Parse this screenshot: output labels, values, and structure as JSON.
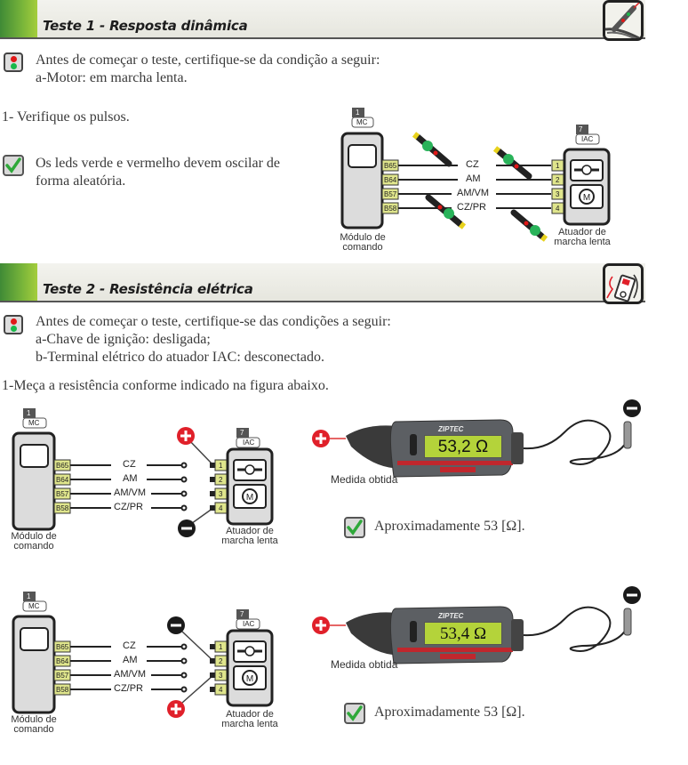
{
  "section1": {
    "title": "Teste 1 - Resposta dinâmica",
    "header_icon": "test-light-probe-icon",
    "precondition_icon": "traffic-light-icon",
    "precondition_lines": [
      "Antes de começar o teste, certifique-se da condição a seguir:",
      "a-Motor: em marcha lenta."
    ],
    "step": "1- Verifique os pulsos.",
    "result_icon": "checkmark-icon",
    "result_lines": [
      "Os leds verde e vermelho devem oscilar de",
      "forma aleatória."
    ],
    "diagram": {
      "module": {
        "number": "1",
        "code": "MC",
        "caption_lines": [
          "Módulo de",
          "comando"
        ]
      },
      "actuator": {
        "number": "7",
        "code": "IAC",
        "caption_lines": [
          "Atuador de",
          "marcha lenta"
        ]
      },
      "module_pins": [
        "B65",
        "B64",
        "B57",
        "B58"
      ],
      "wires": [
        "CZ",
        "AM",
        "AM/VM",
        "CZ/PR"
      ],
      "actuator_pins": [
        "1",
        "2",
        "3",
        "4"
      ]
    }
  },
  "section2": {
    "title": "Teste 2 - Resistência elétrica",
    "header_icon": "multimeter-icon",
    "precondition_icon": "traffic-light-icon",
    "precondition_lines": [
      "Antes de começar o teste, certifique-se das condições a seguir:",
      "a-Chave de ignição: desligada;",
      "b-Terminal elétrico do atuador IAC: desconectado."
    ],
    "step": "1-Meça a resistência conforme indicado na figura abaixo.",
    "measurements": [
      {
        "positive_pin": "1",
        "negative_pin": "4",
        "meter_brand": "ZIPTEC",
        "reading": "53,2 Ω",
        "reading_label": "Medida obtida",
        "result": "Aproximadamente 53 [Ω]."
      },
      {
        "positive_pin": "3",
        "negative_pin": "2",
        "meter_brand": "ZIPTEC",
        "reading": "53,4 Ω",
        "reading_label": "Medida obtida",
        "result": "Aproximadamente 53 [Ω]."
      }
    ],
    "diagram": {
      "module": {
        "number": "1",
        "code": "MC",
        "caption_lines": [
          "Módulo de",
          "comando"
        ]
      },
      "actuator": {
        "number": "7",
        "code": "IAC",
        "caption_lines": [
          "Atuador de",
          "marcha lenta"
        ]
      },
      "module_pins": [
        "B65",
        "B64",
        "B57",
        "B58"
      ],
      "wires": [
        "CZ",
        "AM",
        "AM/VM",
        "CZ/PR"
      ],
      "actuator_pins": [
        "1",
        "2",
        "3",
        "4"
      ]
    }
  },
  "colors": {
    "header_green": "#79b53a",
    "pin_yellow": "#dfe58c",
    "lcd_green": "#b4d33a",
    "positive_red": "#e0202a",
    "negative_black": "#1a1a1a",
    "check_green": "#2fa83a"
  }
}
